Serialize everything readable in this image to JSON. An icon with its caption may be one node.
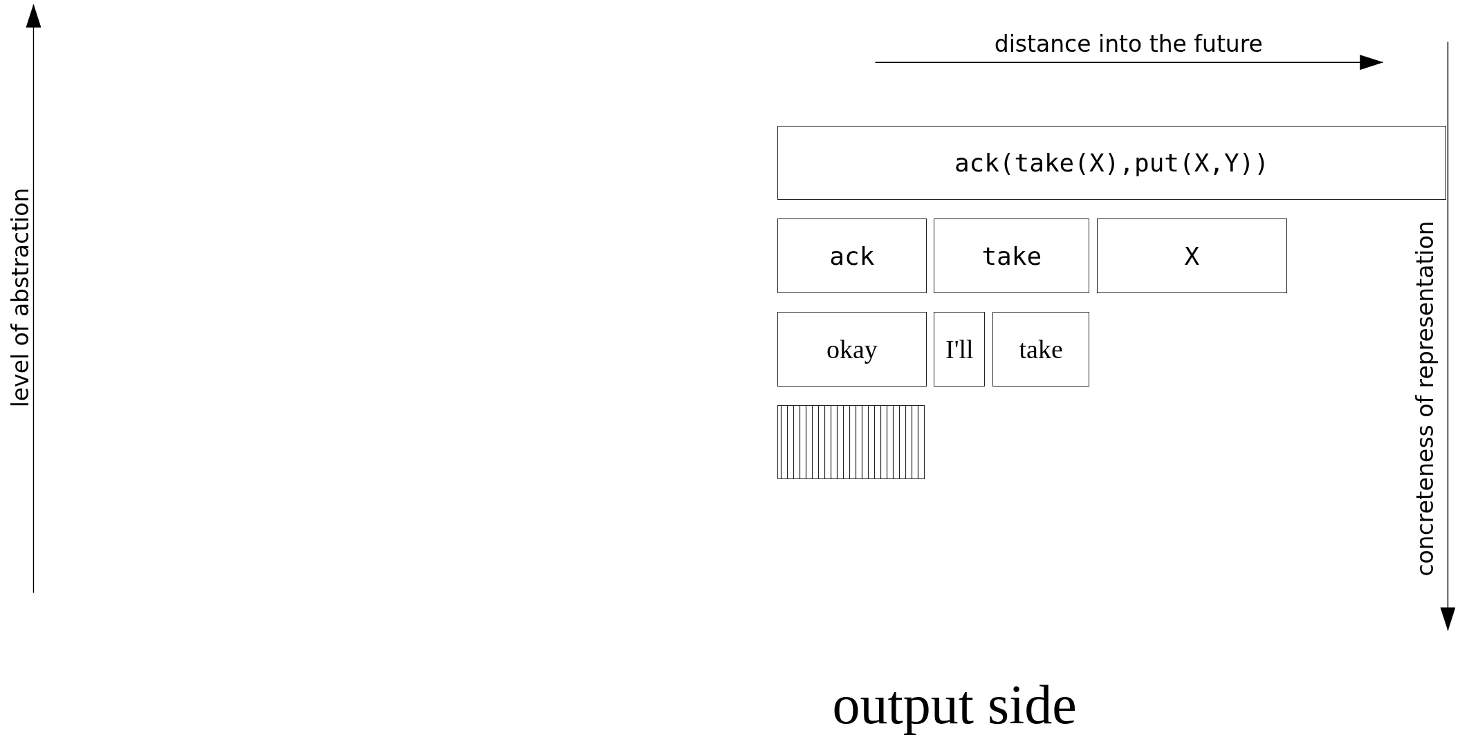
{
  "diagram": {
    "caption": "output side",
    "nodes": [
      {
        "text": [
          "ack(take(X),put(X,Y))"
        ]
      },
      {
        "text": [
          "ack"
        ]
      },
      {
        "text": [
          "take"
        ]
      },
      {
        "text": [
          "X"
        ]
      },
      {
        "text": [
          "okay"
        ]
      },
      {
        "text": [
          "I'll"
        ]
      },
      {
        "text": [
          "take"
        ]
      },
      {
        "text": [],
        "shape": "box"
      }
    ],
    "labels": [
      "level of abstraction",
      "distance into the future",
      "concreteness of representation"
    ]
  }
}
